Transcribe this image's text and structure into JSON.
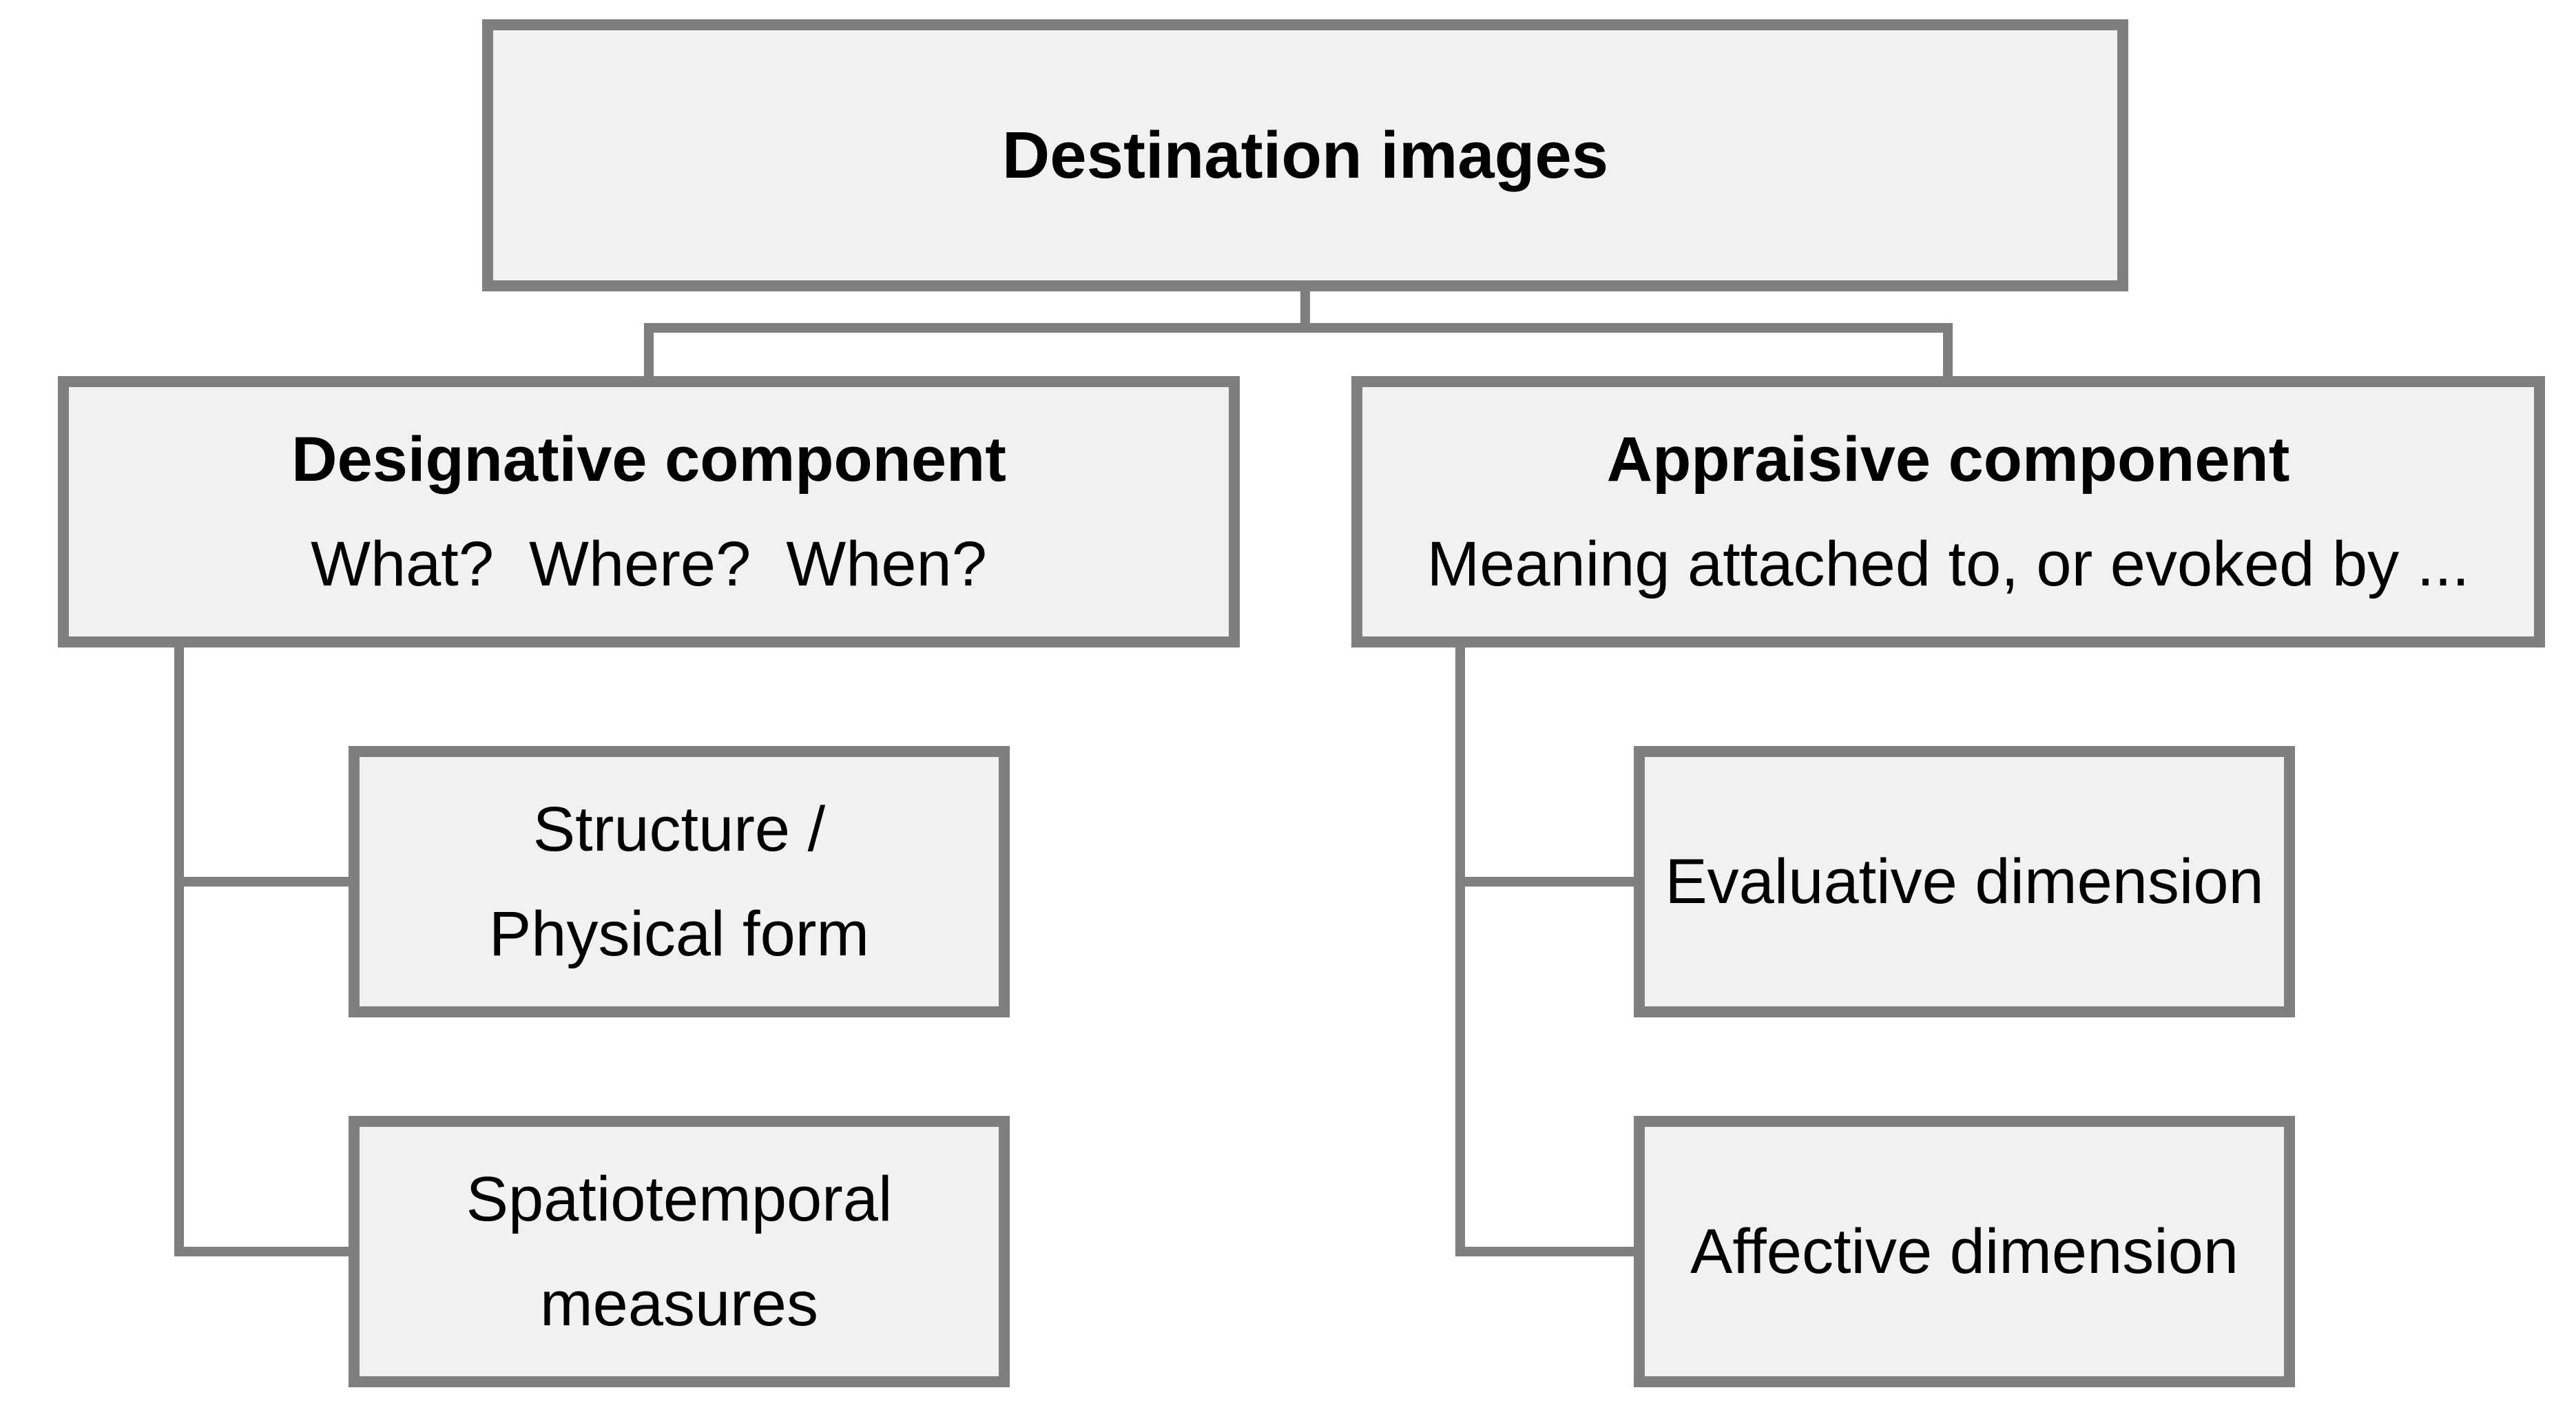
{
  "title": "Destination images",
  "branches": {
    "designative": {
      "heading": "Designative component",
      "subtitle": "What?  Where?  When?",
      "children": {
        "structure": {
          "lines": [
            "Structure /",
            "Physical form"
          ]
        },
        "spatiotemporal": {
          "lines": [
            "Spatiotemporal",
            "measures"
          ]
        }
      }
    },
    "appraisive": {
      "heading": "Appraisive component",
      "subtitle": "Meaning attached to, or evoked by ...",
      "children": {
        "evaluative": {
          "lines": [
            "Evaluative dimension"
          ]
        },
        "affective": {
          "lines": [
            "Affective dimension"
          ]
        }
      }
    }
  },
  "colors": {
    "background": "#ffffff",
    "box_fill": "#f1f1f1",
    "box_border": "#7f7f7f",
    "connector_line": "#7f7f7f",
    "text": "#000000"
  }
}
